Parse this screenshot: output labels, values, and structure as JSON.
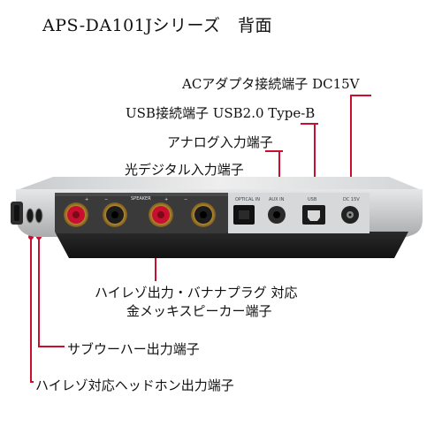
{
  "title": "APS-DA101Jシリーズ　背面",
  "callouts": {
    "ac_adapter": "ACアダプタ接続端子 DC15V",
    "usb": "USB接続端子 USB2.0 Type-B",
    "analog_in": "アナログ入力端子",
    "optical_in": "光デジタル入力端子",
    "speaker_line1": "ハイレゾ出力・バナナプラグ 対応",
    "speaker_line2": "金メッキスピーカー端子",
    "subwoofer": "サブウーハー出力端子",
    "headphone": "ハイレゾ対応ヘッドホン出力端子"
  },
  "device_labels": {
    "speaker": "SPEAKER",
    "optical": "OPTICAL IN",
    "aux": "AUX IN",
    "usb": "USB",
    "dc": "DC 15V",
    "plus_l": "+",
    "minus_l": "−",
    "plus_r": "+",
    "minus_r": "−"
  },
  "colors": {
    "accent": "#c8102e",
    "body_silver": "#cfd1d3",
    "panel_dark": "#2b2b2b"
  }
}
